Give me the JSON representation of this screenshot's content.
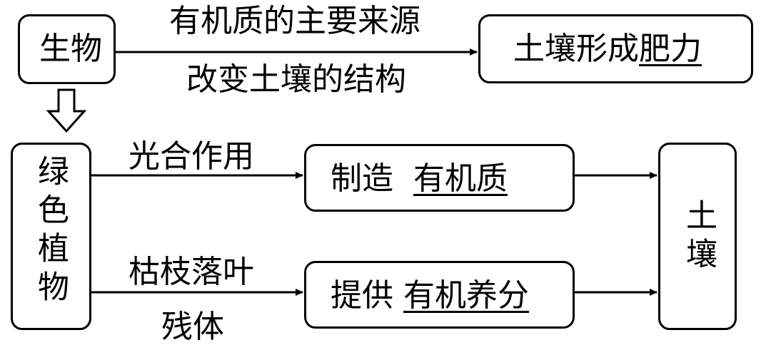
{
  "nodes": {
    "organism": "生物",
    "soil_fertility_prefix": "土壤形成",
    "soil_fertility_underlined": "肥力",
    "green_plants": "绿色植物",
    "make_prefix": "制造",
    "make_underlined": "有机质",
    "provide_prefix": "提供",
    "provide_underlined": "有机养分",
    "soil": "土壤"
  },
  "edges": {
    "top_above": "有机质的主要来源",
    "top_below": "改变土壤的结构",
    "photosynthesis": "光合作用",
    "litter_line1": "枯枝落叶",
    "litter_line2": "残体"
  },
  "icons": {
    "down_arrow": "hollow-down-arrow-icon"
  }
}
